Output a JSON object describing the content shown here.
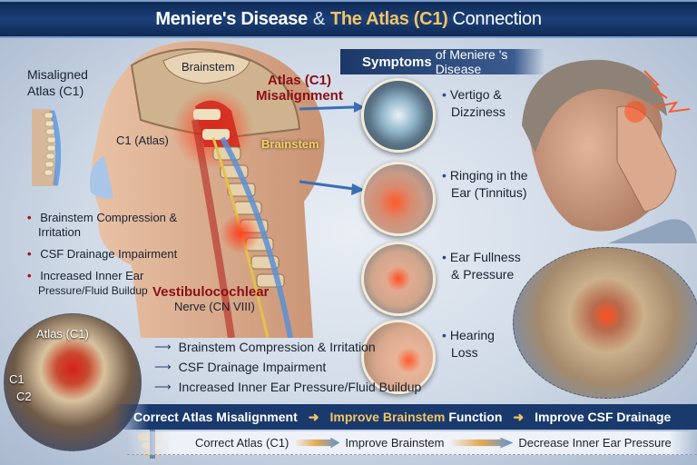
{
  "title": {
    "part1": "Meniere's Disease",
    "amp": "&",
    "part2": "The Atlas (C1)",
    "part3": "Connection"
  },
  "anatomy": {
    "misaligned_atlas": [
      "Misaligned",
      "Atlas (C1)"
    ],
    "brainstem_top": "Brainstem",
    "atlas_misalignment": [
      "Atlas (C1)",
      "Misalignment"
    ],
    "c1_atlas": "C1 (Atlas)",
    "brainstem_side": "Brainstem",
    "vestibulocochlear": "Vestibulocochlear",
    "nerve": "Nerve (CN VIII)"
  },
  "effects": [
    {
      "line1": "Brainstem Compression &",
      "line2": "Irritation"
    },
    {
      "line1": "CSF Drainage Impairment",
      "line2": ""
    },
    {
      "line1": "Increased Inner Ear",
      "line2": "Pressure/Fluid Buildup"
    }
  ],
  "symptoms": {
    "header_bold": "Symptoms",
    "header_rest": "of Meniere 's Disease",
    "items": [
      {
        "line1": "Vertigo &",
        "line2": "Dizziness",
        "icon": "vortex-icon"
      },
      {
        "line1": "Ringing in the",
        "line2": "Ear (Tinnitus)",
        "icon": "ear-ringing-icon"
      },
      {
        "line1": "Ear Fullness",
        "line2": "& Pressure",
        "icon": "ear-pressure-icon"
      },
      {
        "line1": "Hearing",
        "line2": "Loss",
        "icon": "ear-hearing-loss-icon"
      }
    ]
  },
  "inset": {
    "atlas_label": "Atlas (C1)",
    "c1": "C1",
    "c2": "C2"
  },
  "consequences": [
    "Brainstem Compression & Irritation",
    "CSF Drainage Impairment",
    "Increased Inner Ear Pressure/Fluid Buildup"
  ],
  "treatment_band": {
    "step1": "Correct Atlas Misalignment",
    "step2_gold": "Improve Brainstem",
    "step2_white": "Function",
    "step3": "Improve CSF Drainage"
  },
  "outcome_band": {
    "step1": "Correct Atlas (C1)",
    "step2": "Improve Brainstem",
    "step3": "Decrease Inner Ear Pressure"
  },
  "colors": {
    "title_bg": "#1b3f78",
    "gold": "#f2c565",
    "accent_red": "#8b0f13",
    "navy": "#1a3a6e"
  }
}
